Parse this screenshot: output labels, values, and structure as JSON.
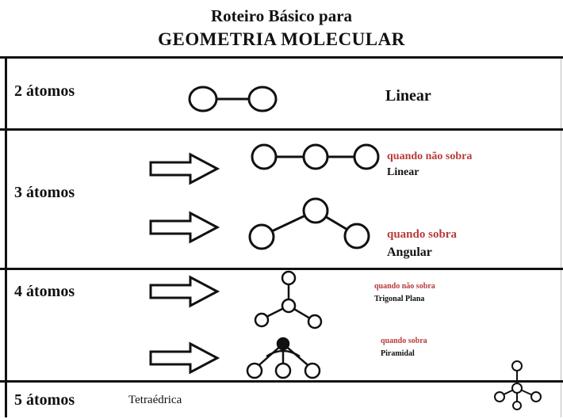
{
  "title": {
    "line1": "Roteiro Básico para",
    "line2": "GEOMETRIA MOLECULAR"
  },
  "rows": [
    {
      "label": "2 átomos",
      "shapes": [
        {
          "condition": "",
          "geometry": "Linear"
        }
      ]
    },
    {
      "label": "3 átomos",
      "shapes": [
        {
          "condition": "quando não sobra",
          "geometry": "Linear"
        },
        {
          "condition": "quando sobra",
          "geometry": "Angular"
        }
      ]
    },
    {
      "label": "4 átomos",
      "shapes": [
        {
          "condition": "quando não sobra",
          "geometry": "Trigonal Plana"
        },
        {
          "condition": "quando sobra",
          "geometry": "Piramidal"
        }
      ]
    },
    {
      "label": "5 átomos",
      "shapes": [
        {
          "condition": "",
          "geometry": "Tetraédrica"
        }
      ]
    }
  ],
  "colors": {
    "line": "#111111",
    "condition_text": "#b83a3a"
  }
}
